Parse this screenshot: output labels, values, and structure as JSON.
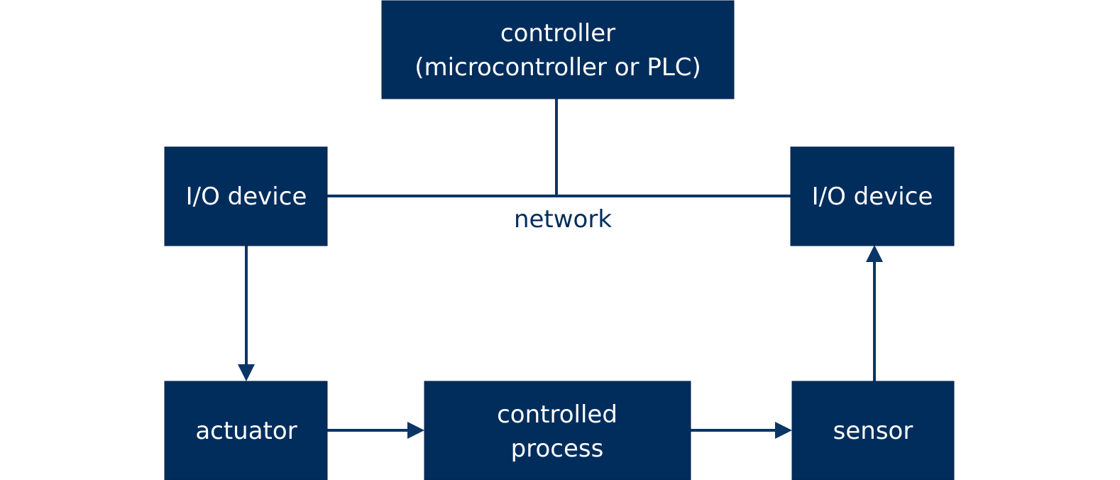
{
  "diagram": {
    "colors": {
      "box_fill": "#002d5c",
      "line": "#0b3566",
      "label_text": "#002d5c",
      "box_text": "#ffffff"
    },
    "nodes": {
      "controller": {
        "lines": [
          "controller",
          "(microcontroller or PLC)"
        ]
      },
      "io_device_left": {
        "lines": [
          "I/O device"
        ]
      },
      "io_device_right": {
        "lines": [
          "I/O device"
        ]
      },
      "actuator": {
        "lines": [
          "actuator"
        ]
      },
      "controlled_process": {
        "lines": [
          "controlled",
          "process"
        ]
      },
      "sensor": {
        "lines": [
          "sensor"
        ]
      }
    },
    "edges": {
      "network_label": "network"
    }
  }
}
